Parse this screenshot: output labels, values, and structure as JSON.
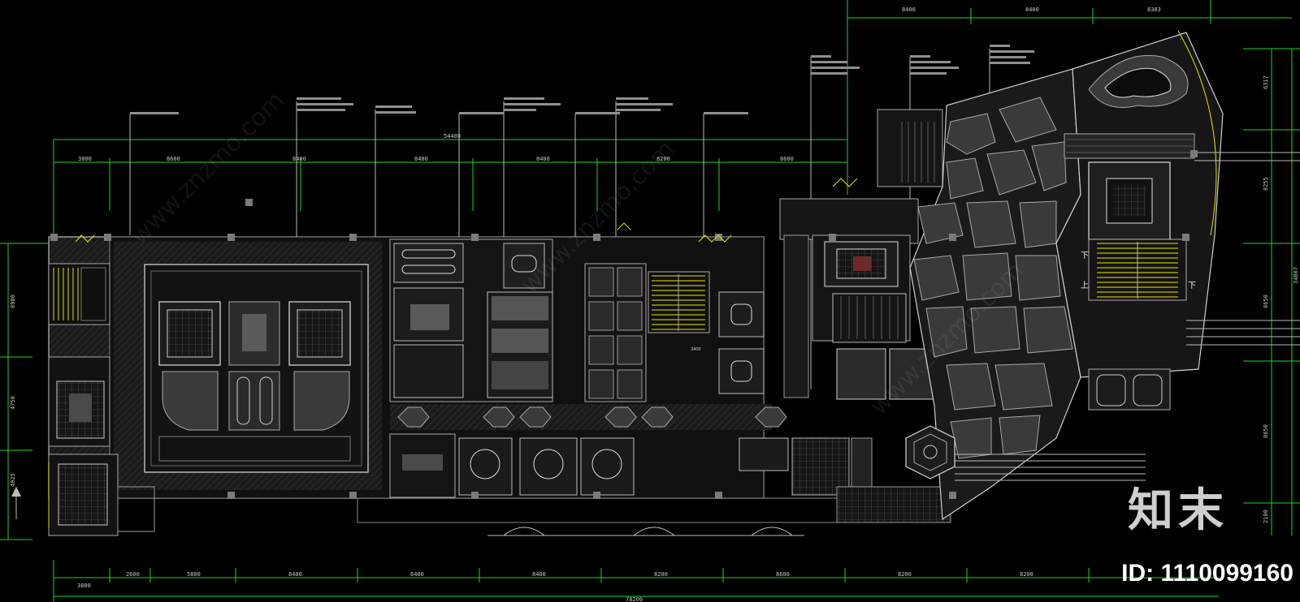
{
  "drawing": {
    "top_dims": [
      "3800",
      "8600",
      "8400",
      "8400",
      "8400",
      "8200",
      "8600"
    ],
    "top_right_dims": [
      "8400",
      "8400",
      "8383"
    ],
    "overall_top": "54400",
    "bottom_dims": [
      "3800",
      "2600",
      "5800",
      "8400",
      "6400",
      "8400",
      "8200",
      "8600",
      "8200",
      "8200"
    ],
    "overall_bottom": "78200",
    "left_dims": [
      "8900",
      "4750",
      "4025"
    ],
    "right_dims": [
      "6317",
      "8255",
      "8650",
      "8650",
      "2100"
    ],
    "right_overall": "34807",
    "stair_labels": [
      "下",
      "上",
      "下"
    ],
    "small_label": "3400"
  },
  "brand": {
    "logo": "知末",
    "id_text": "ID: 1110099160",
    "watermark": "www.znzmo.com"
  },
  "colors": {
    "background": "#000000",
    "dimension_line": "#1fd31f",
    "wall": "#bdbdbd",
    "stair": "#e6e600"
  }
}
